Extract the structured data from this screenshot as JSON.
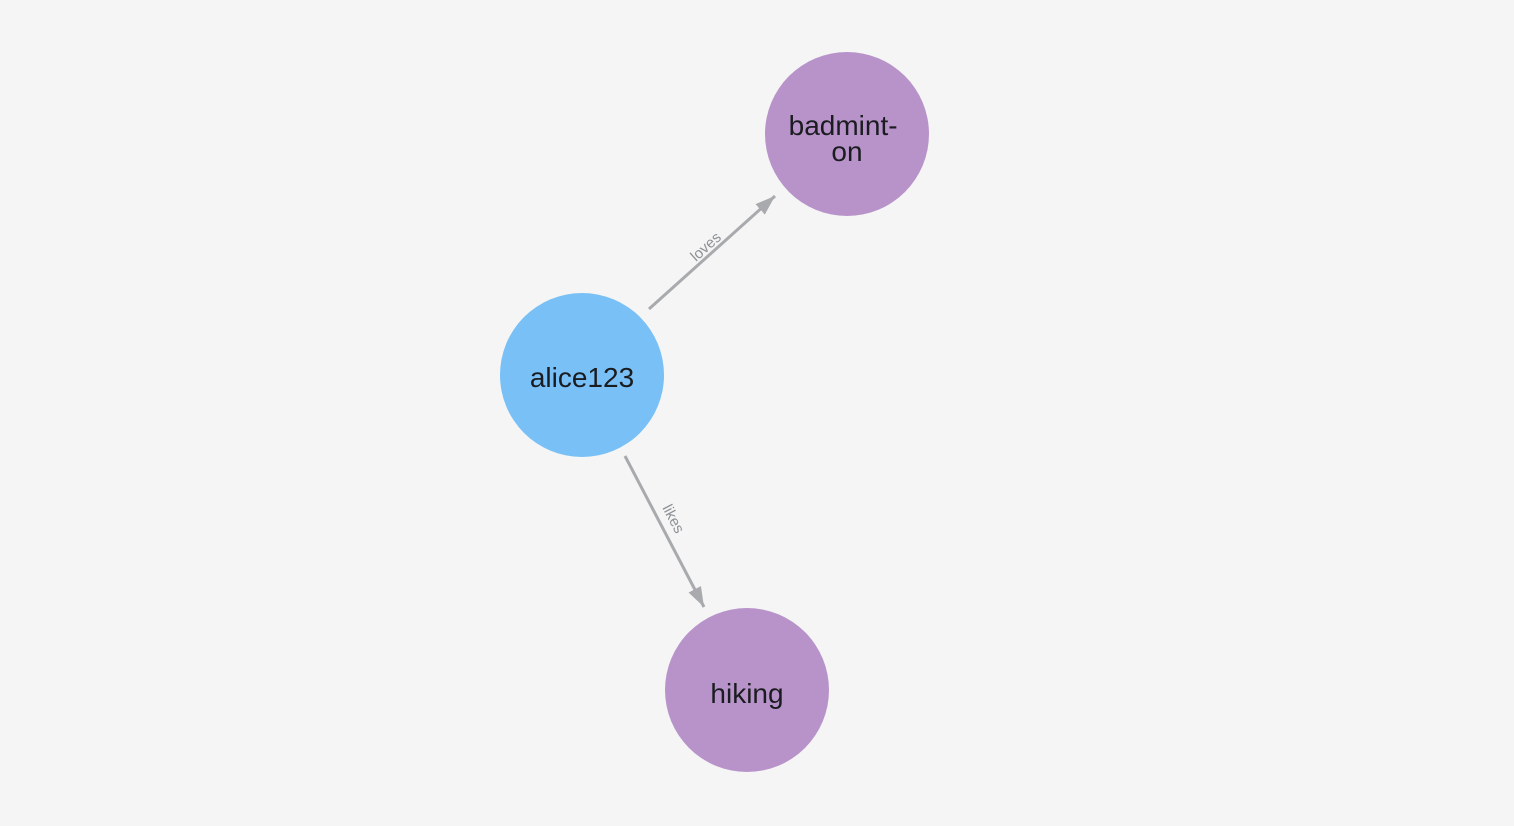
{
  "canvas": {
    "background_color": "#f4f5f4"
  },
  "graph": {
    "node_text_color": "#1a1c20",
    "edge_color": "#a8aaad",
    "edge_label_color": "#8e9195",
    "nodes": [
      {
        "id": "alice123",
        "label": "alice123",
        "color": "#79c0f6",
        "type": "user-node"
      },
      {
        "id": "badminton",
        "label": "badminton",
        "label_lines": [
          "badmint-",
          "on"
        ],
        "color": "#b893ca",
        "type": "hobby-node"
      },
      {
        "id": "hiking",
        "label": "hiking",
        "color": "#b893ca",
        "type": "hobby-node"
      }
    ],
    "edges": [
      {
        "from": "alice123",
        "to": "badminton",
        "label": "loves"
      },
      {
        "from": "alice123",
        "to": "hiking",
        "label": "likes"
      }
    ]
  }
}
